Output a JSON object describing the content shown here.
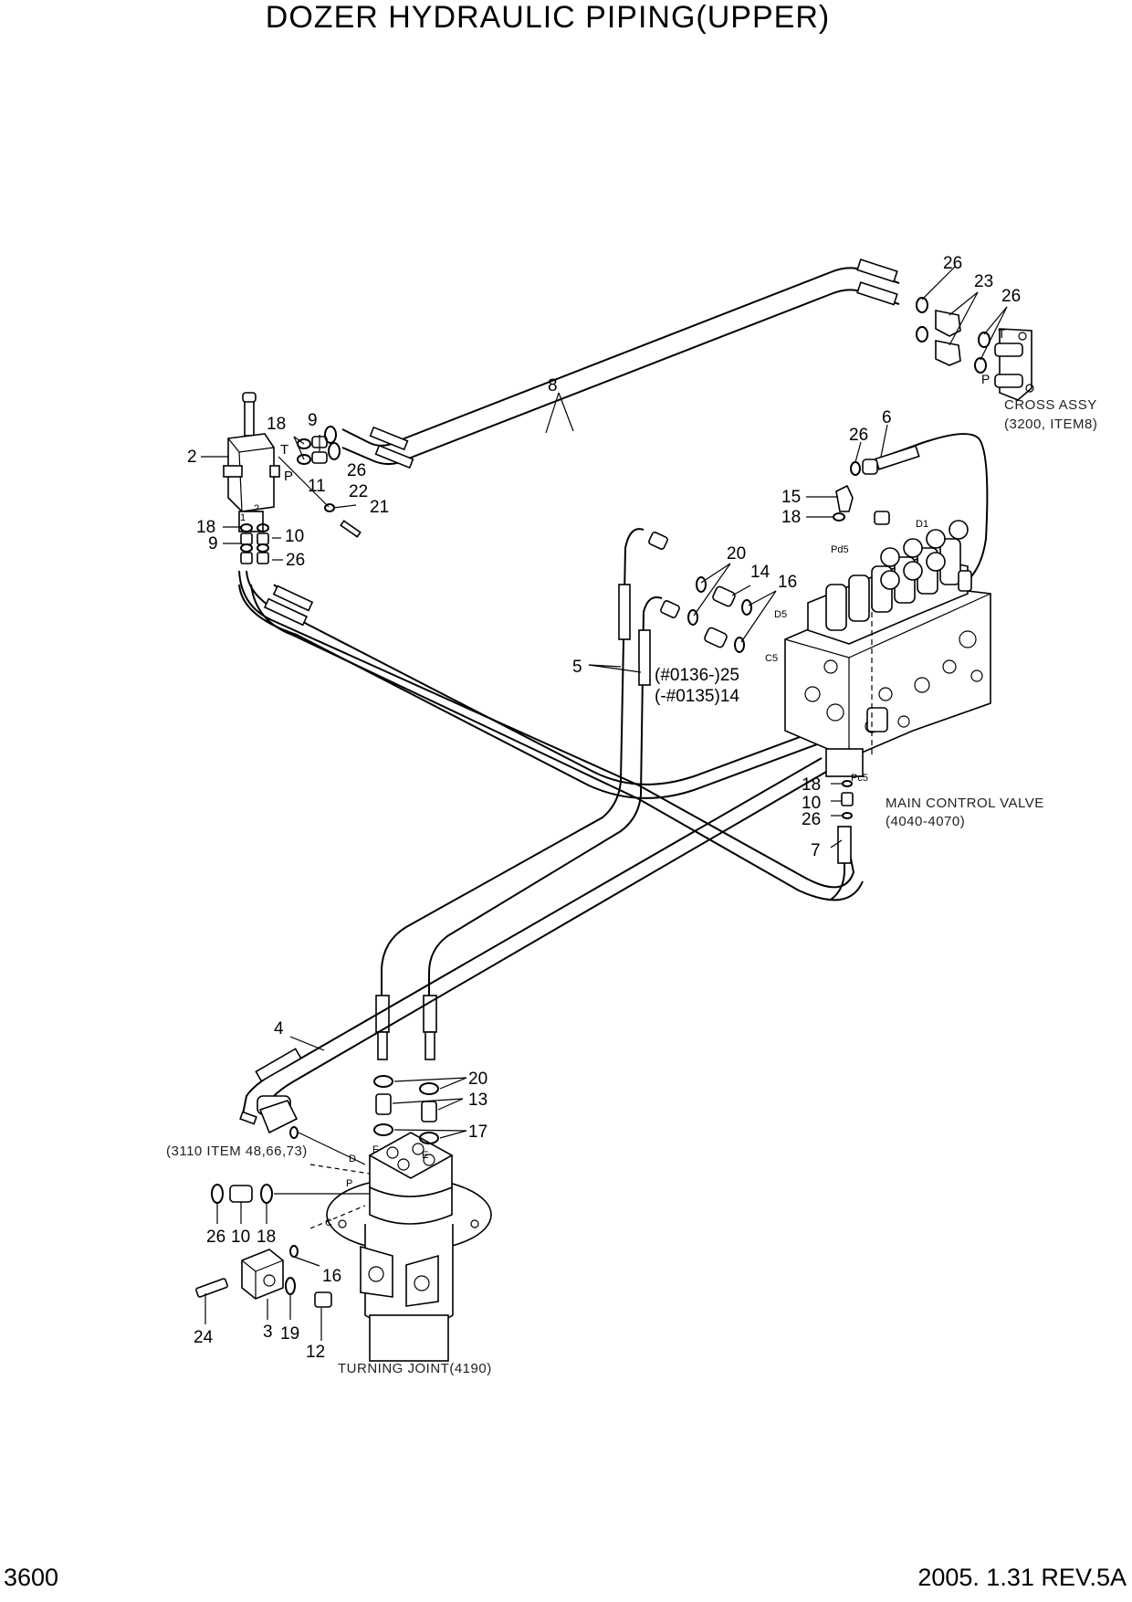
{
  "title": "DOZER HYDRAULIC PIPING(UPPER)",
  "footer": {
    "page_number": "3600",
    "revision": "2005. 1.31  REV.5A"
  },
  "notes": {
    "cross_assy_1": "CROSS ASSY",
    "cross_assy_2": "(3200, ITEM8)",
    "mcv_1": "MAIN CONTROL VALVE",
    "mcv_2": "(4040-4070)",
    "ref_3110": "(3110 ITEM 48,66,73)",
    "turning_joint": "TURNING JOINT(4190)",
    "serial_1": "(#0136-)25",
    "serial_2": "(-#0135)14"
  },
  "ports": {
    "T": "T",
    "P": "P",
    "one": "1",
    "two": "2",
    "T2": "T",
    "P2": "P",
    "D1": "D1",
    "Pd5": "Pd5",
    "D5": "D5",
    "C5": "C5",
    "Pc5": "Pc5",
    "D": "D",
    "F": "F",
    "E": "E",
    "Pj": "P",
    "C": "C"
  },
  "callouts": {
    "n26a": "26",
    "n23": "23",
    "n26b": "26",
    "n8": "8",
    "n6": "6",
    "n26c": "26",
    "n18a": "18",
    "n9a": "9",
    "n2": "2",
    "n26d": "26",
    "n11": "11",
    "n22": "22",
    "n21": "21",
    "n18b": "18",
    "n10a": "10",
    "n9b": "9",
    "n26e": "26",
    "n15": "15",
    "n18c": "18",
    "n20a": "20",
    "n14": "14",
    "n16a": "16",
    "n5": "5",
    "n18d": "18",
    "n10b": "10",
    "n26f": "26",
    "n7": "7",
    "n4": "4",
    "n20b": "20",
    "n13": "13",
    "n17": "17",
    "n26g": "26",
    "n10c": "10",
    "n18e": "18",
    "n16b": "16",
    "n24": "24",
    "n3": "3",
    "n19": "19",
    "n12": "12"
  }
}
